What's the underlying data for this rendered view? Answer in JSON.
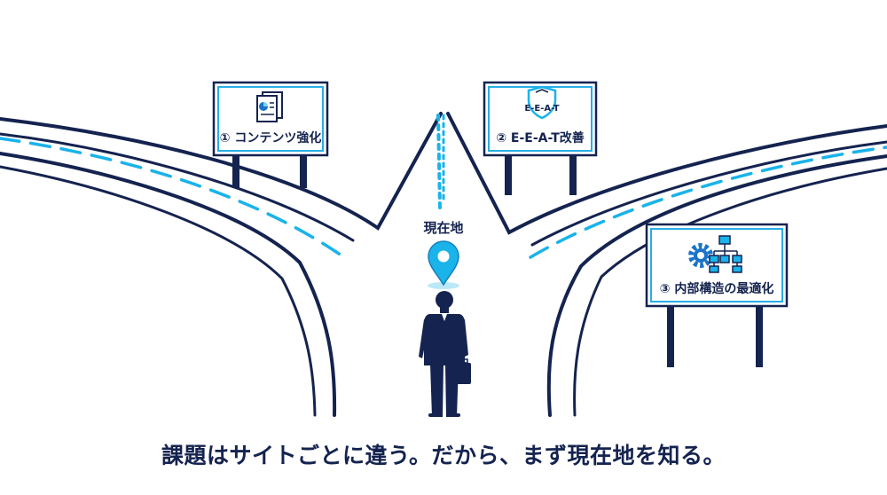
{
  "signs": [
    {
      "label": "① コンテンツ強化",
      "icon": "document-chart-icon"
    },
    {
      "label": "② E-E-A-T改善",
      "icon": "shield-icon",
      "badge": "E-E-A-T"
    },
    {
      "label": "③ 内部構造の最適化",
      "icon": "gear-sitemap-icon"
    }
  ],
  "location_label": "現在地",
  "caption": "課題はサイトごとに違う。だから、まず現在地を知る。",
  "colors": {
    "navy": "#14234f",
    "accent": "#1ab3ea",
    "sign_border": "#27aee6"
  }
}
